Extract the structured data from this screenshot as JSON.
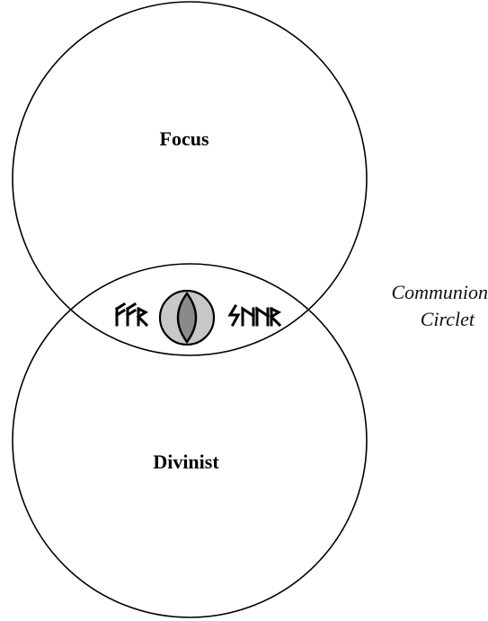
{
  "diagram": {
    "top_circle_label": "Focus",
    "bottom_circle_label": "Divinist",
    "side_label_line1": "Communion",
    "side_label_line2": "Circlet",
    "left_runes_icon": "runic-inscription-left",
    "right_runes_icon": "runic-inscription-right",
    "center_icon": "eye-icon",
    "colors": {
      "stroke": "#000000",
      "background": "#ffffff",
      "eye_outer": "#c8c8c8",
      "eye_inner": "#8a8a8a"
    }
  }
}
